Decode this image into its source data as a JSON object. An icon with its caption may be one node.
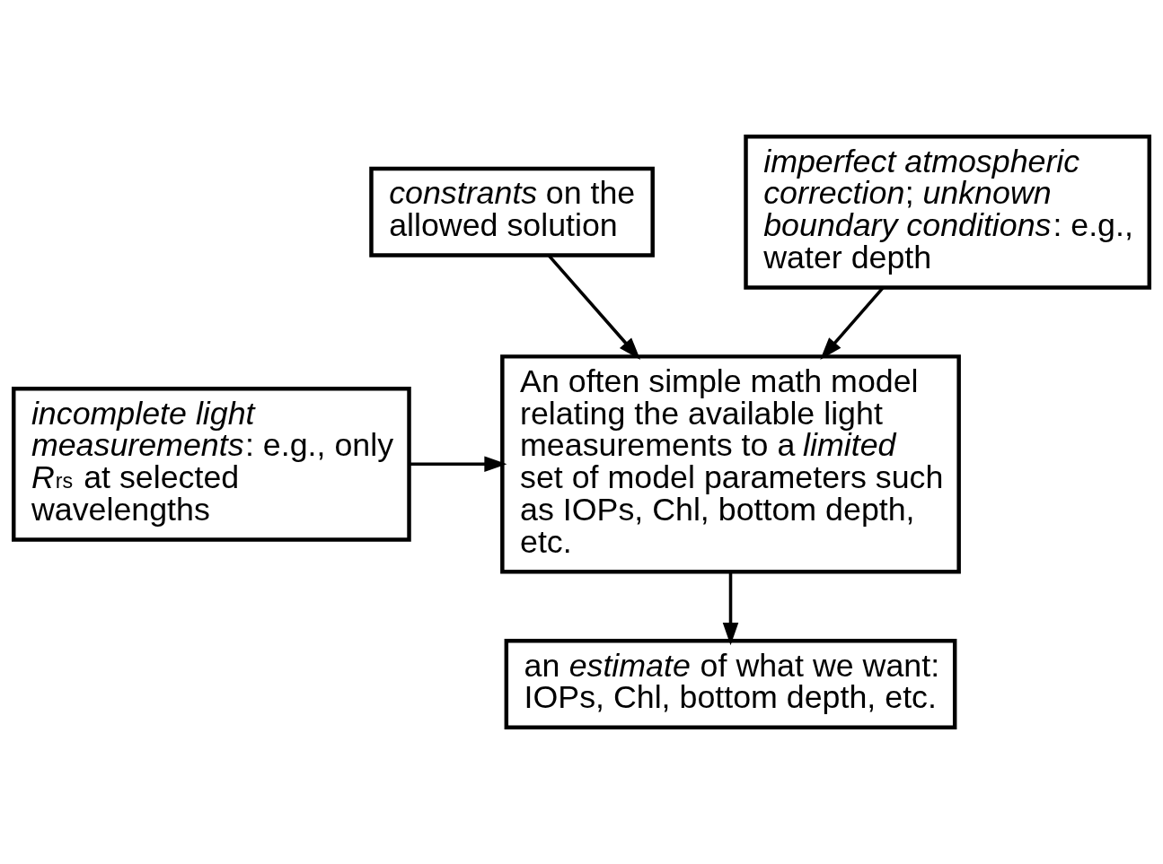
{
  "diagram": {
    "nodes": [
      {
        "text": [
          "*constrants* on the allowed solution"
        ]
      },
      {
        "text": [
          "*imperfect atmospheric correction*; *unknown boundary conditions*: e.g., water depth"
        ]
      },
      {
        "text": [
          "*incomplete light measurements*: e.g., only *R*$_{rs}$ at selected wavelengths"
        ]
      },
      {
        "text": [
          "An often simple math model relating the available light measurements to a *limited* set of model parameters such as IOPs, Chl, bottom depth, etc."
        ]
      },
      {
        "text": [
          "an *estimate* of what we want: IOPs, Chl, bottom depth, etc."
        ]
      }
    ],
    "edges": [
      {
        "from": 0,
        "to": 3,
        "arrow": "to"
      },
      {
        "from": 1,
        "to": 3,
        "arrow": "to"
      },
      {
        "from": 2,
        "to": 3,
        "arrow": "to"
      },
      {
        "from": 3,
        "to": 4,
        "arrow": "to"
      }
    ]
  }
}
